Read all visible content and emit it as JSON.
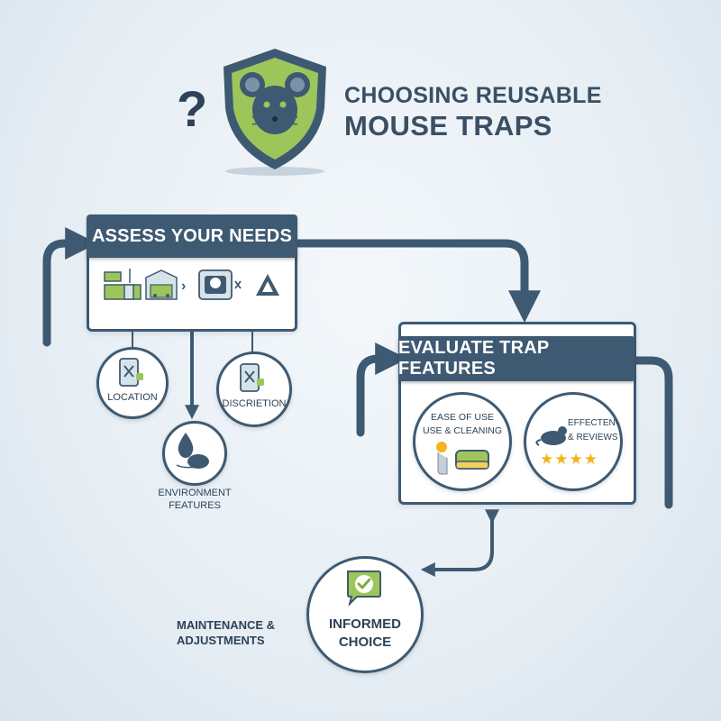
{
  "title": {
    "line1": "CHOOSING REUSABLE",
    "line2": "MOUSE TRAPS"
  },
  "question_mark": "?",
  "assess": {
    "header": "ASSESS YOUR NEEDS",
    "location_label": "LOCATION",
    "discretion_label": "DISCRIETION",
    "environment_line1": "ENVIRONMENT",
    "environment_line2": "FEATURES"
  },
  "evaluate": {
    "header": "EVALUATE TRAP FEATURES",
    "ease_line1": "EASE OF USE",
    "ease_line2": "USE & CLEANING",
    "effect_line1": "EFFECTEN-",
    "effect_line2": "& REVIEWS",
    "stars": "★★★★"
  },
  "choice": {
    "line1": "INFORMED",
    "line2": "CHOICE"
  },
  "maintenance": {
    "line1": "MAINTENANCE &",
    "line2": "ADJUSTMENTS"
  },
  "colors": {
    "navy": "#3e5a72",
    "green": "#9cc65a",
    "star": "#f2b41f"
  }
}
